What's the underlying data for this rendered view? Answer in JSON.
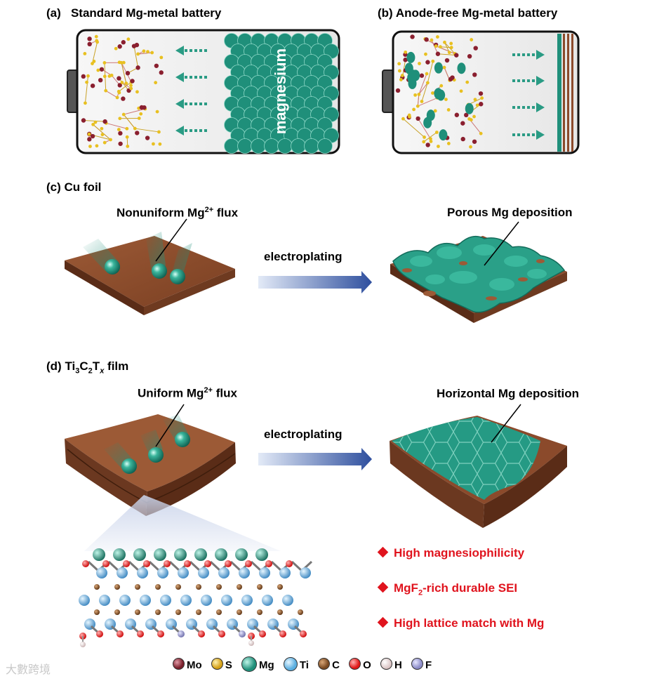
{
  "panels": {
    "a": {
      "label": "(a)",
      "title": "Standard Mg-metal battery",
      "anode_text": "magnesium"
    },
    "b": {
      "label": "(b)",
      "title": "Anode-free Mg-metal battery"
    },
    "c": {
      "label": "(c)",
      "title": "Cu foil",
      "left_callout": "Nonuniform Mg",
      "left_callout_sup": "2+",
      "left_callout_tail": " flux",
      "right_callout": "Porous Mg deposition",
      "process": "electroplating"
    },
    "d": {
      "label": "(d)",
      "title_pre": "Ti",
      "title_s1": "3",
      "title_mid": "C",
      "title_s2": "2",
      "title_t": "T",
      "title_x": "x",
      "title_post": " film",
      "left_callout": "Uniform Mg",
      "left_callout_sup": "2+",
      "left_callout_tail": " flux",
      "right_callout": "Horizontal Mg deposition",
      "process": "electroplating"
    }
  },
  "features": [
    {
      "text": "High magnesiophilicity"
    },
    {
      "text_pre": "MgF",
      "text_sub": "2",
      "text_post": "-rich durable SEI"
    },
    {
      "text": "High lattice match with Mg"
    }
  ],
  "legend": [
    {
      "label": "Mo",
      "color": "#7a1f2b"
    },
    {
      "label": "S",
      "color": "#d4a017"
    },
    {
      "label": "Mg",
      "color": "#1f8f7a"
    },
    {
      "label": "Ti",
      "color": "#5aaee0"
    },
    {
      "label": "C",
      "color": "#7a4a22"
    },
    {
      "label": "O",
      "color": "#e01818"
    },
    {
      "label": "H",
      "color": "#f2dede"
    },
    {
      "label": "F",
      "color": "#8c8cc8"
    }
  ],
  "colors": {
    "mg": "#1f8f7a",
    "cu": "#8b4a2b",
    "accent_red": "#e0141e",
    "arrow_blue": "#2e4f9e"
  },
  "watermark": "大數跨境"
}
